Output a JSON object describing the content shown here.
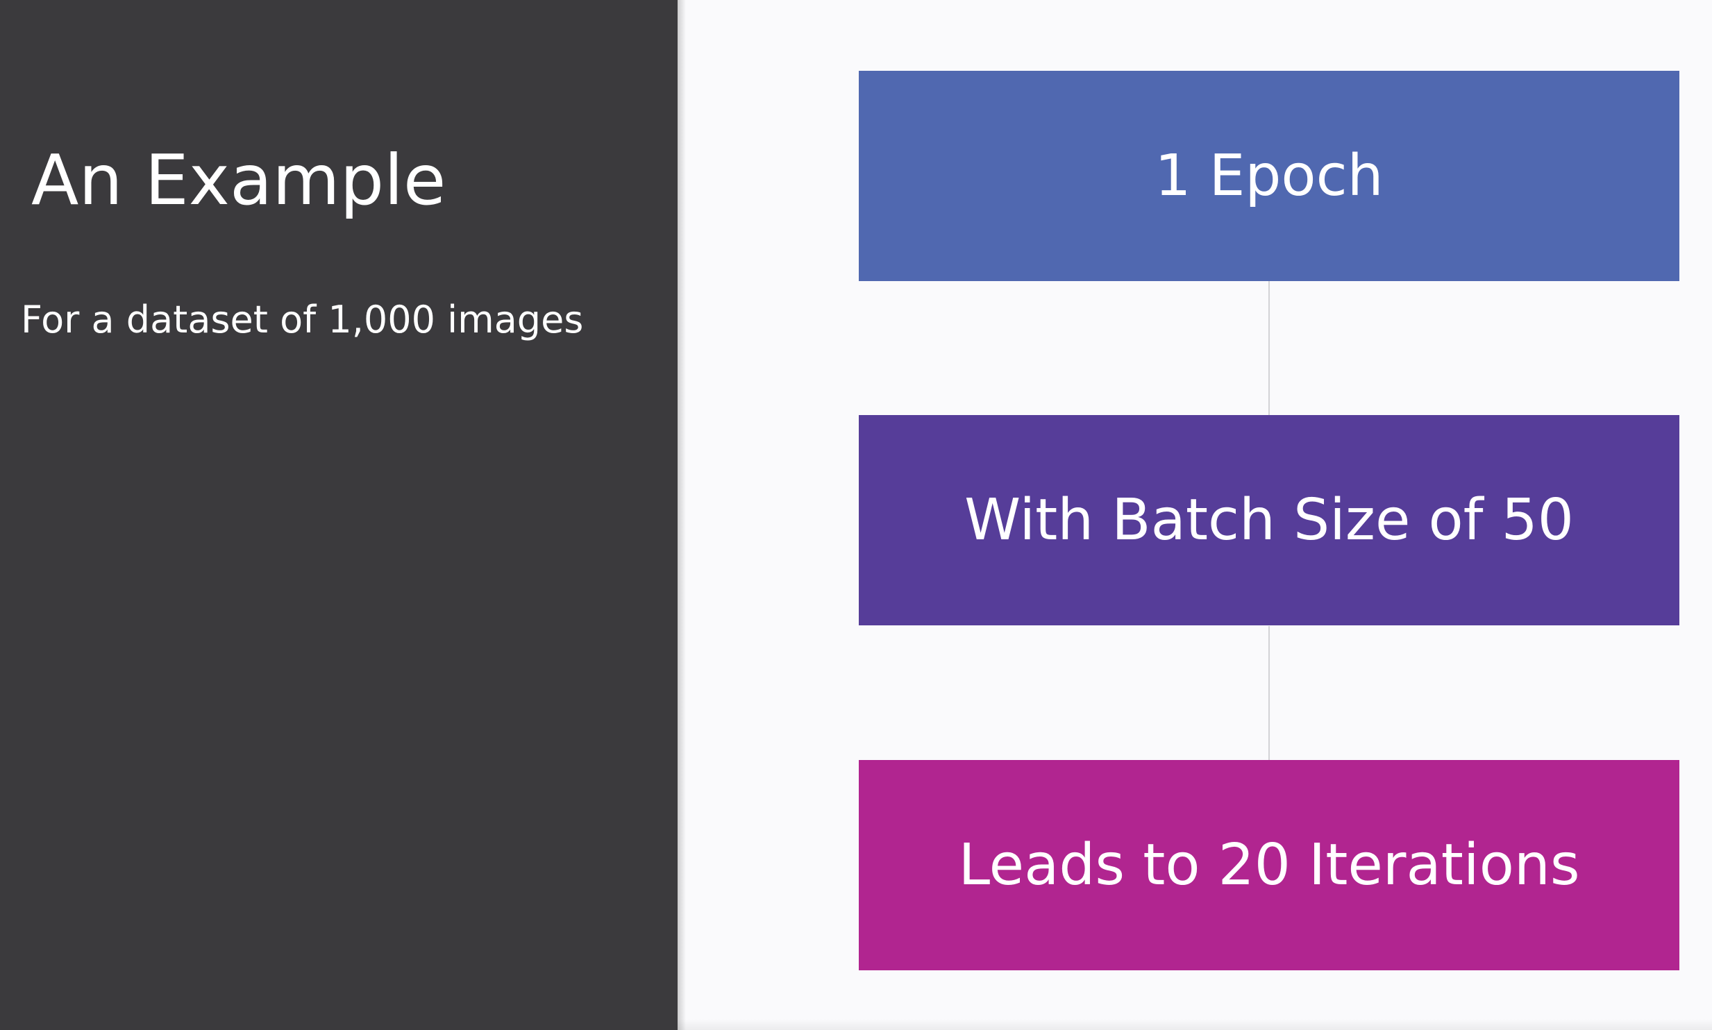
{
  "slide": {
    "title": "An Example",
    "subtitle": "For a dataset of 1,000 images",
    "steps": [
      {
        "label": "1 Epoch",
        "color": "#5068b0"
      },
      {
        "label": "With Batch Size of 50",
        "color": "#563d99"
      },
      {
        "label": "Leads to 20 Iterations",
        "color": "#b12590"
      }
    ]
  },
  "colors": {
    "left_panel": "#3b3a3d",
    "right_panel": "#fafafc",
    "connector": "#d3d3d6",
    "text": "#ffffff"
  }
}
